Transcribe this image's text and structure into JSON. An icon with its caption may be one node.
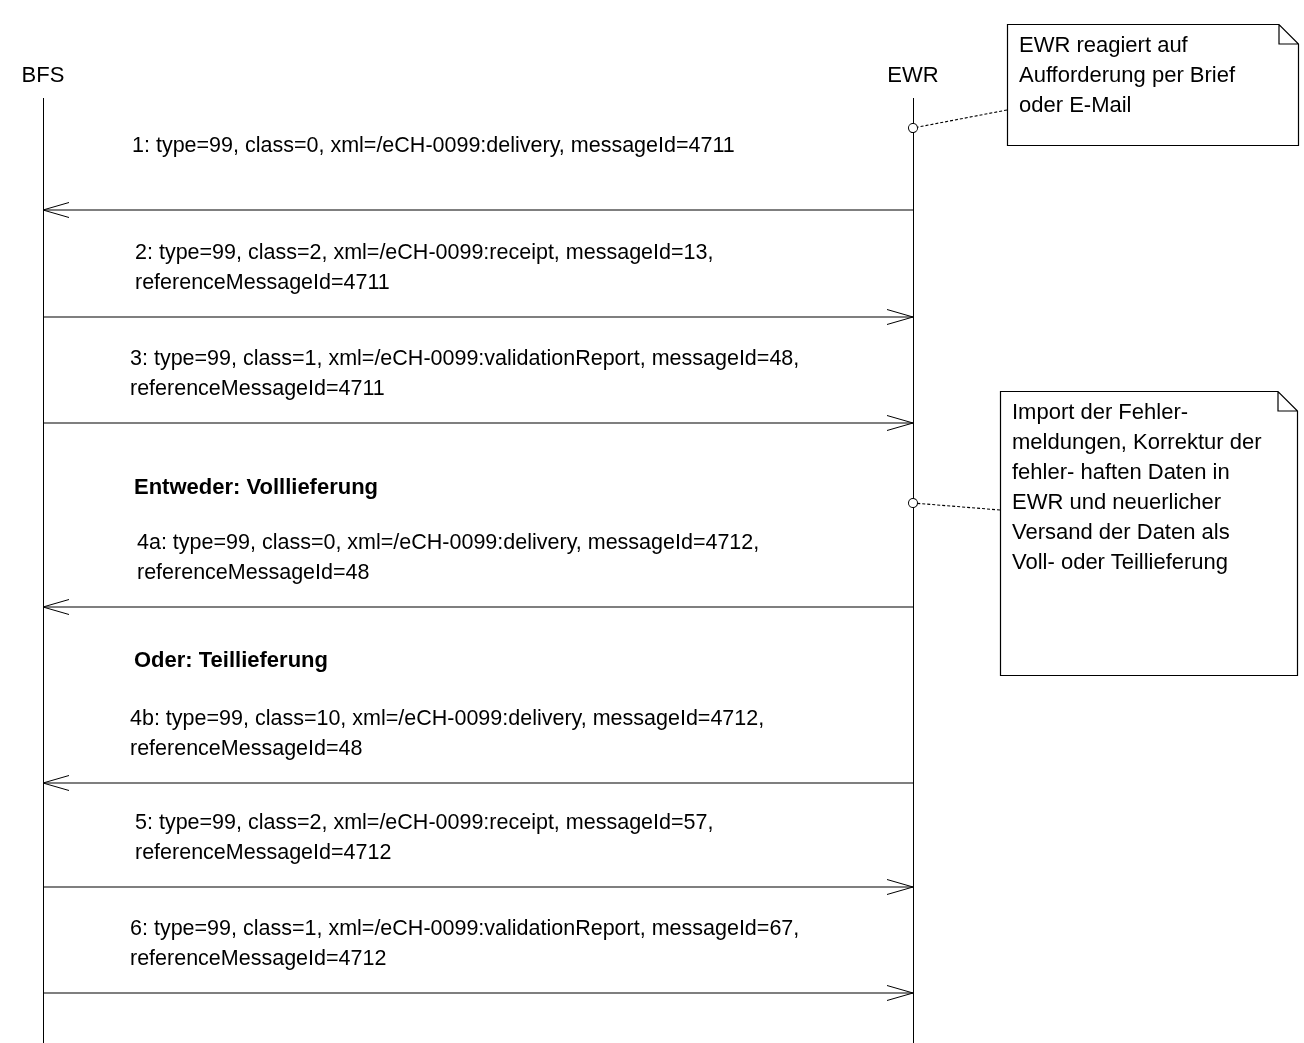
{
  "diagram": {
    "nodes": [
      {
        "text": [
          "BFS"
        ]
      },
      {
        "text": [
          "EWR"
        ]
      },
      {
        "text": [
          "EWR reagiert auf Aufforderung per Brief oder E-Mail"
        ]
      },
      {
        "text": [
          "Import der Fehler- meldungen, Korrektur der fehler- haften Daten in EWR und neuerlicher Versand der Daten als Voll- oder Teillieferung"
        ]
      }
    ],
    "edges": [
      {
        "from": 1,
        "to": 0,
        "arrow": "to",
        "label": "1: type=99, class=0, xml=/eCH-0099:delivery, messageId=4711"
      },
      {
        "from": 0,
        "to": 1,
        "arrow": "to",
        "label": "2: type=99, class=2, xml=/eCH-0099:receipt, messageId=13, referenceMessageId=4711"
      },
      {
        "from": 0,
        "to": 1,
        "arrow": "to",
        "label": "3: type=99, class=1, xml=/eCH-0099:validationReport, messageId=48, referenceMessageId=4711"
      },
      {
        "from": 1,
        "to": 0,
        "arrow": "to",
        "label": "4a: type=99, class=0, xml=/eCH-0099:delivery, messageId=4712, referenceMessageId=48"
      },
      {
        "from": 1,
        "to": 0,
        "arrow": "to",
        "label": "4b: type=99, class=10, xml=/eCH-0099:delivery, messageId=4712, referenceMessageId=48"
      },
      {
        "from": 0,
        "to": 1,
        "arrow": "to",
        "label": "5: type=99, class=2, xml=/eCH-0099:receipt, messageId=57, referenceMessageId=4712"
      },
      {
        "from": 0,
        "to": 1,
        "arrow": "to",
        "label": "6: type=99, class=1, xml=/eCH-0099:validationReport, messageId=67, referenceMessageId=4712"
      },
      {
        "from": 2,
        "to": 1,
        "arrow": "other",
        "style": "dashed"
      },
      {
        "from": 3,
        "to": 1,
        "arrow": "other",
        "style": "dashed"
      }
    ],
    "labels": [
      "Entweder: Volllieferung",
      "Oder: Teillieferung"
    ]
  }
}
